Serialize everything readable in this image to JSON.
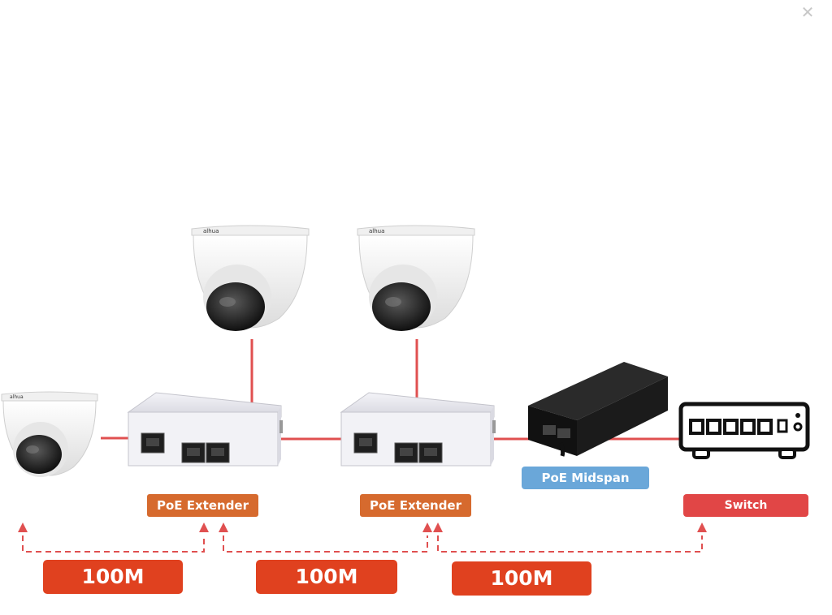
{
  "devices": {
    "extender_1": "PoE Extender",
    "extender_2": "PoE Extender",
    "midspan": "PoE Midspan",
    "switch": "Switch"
  },
  "segments": [
    "100M",
    "100M",
    "100M"
  ],
  "icons": {
    "close": "close-icon",
    "camera": "dome-camera-icon",
    "extender": "poe-extender-device-icon",
    "midspan": "poe-injector-icon",
    "switch": "network-switch-icon"
  },
  "colors": {
    "cable": "#e05050",
    "extender_tag": "#d66a2e",
    "midspan_tag": "#6aa7d9",
    "switch_tag": "#e14646",
    "speed_tag": "#e0411f"
  }
}
